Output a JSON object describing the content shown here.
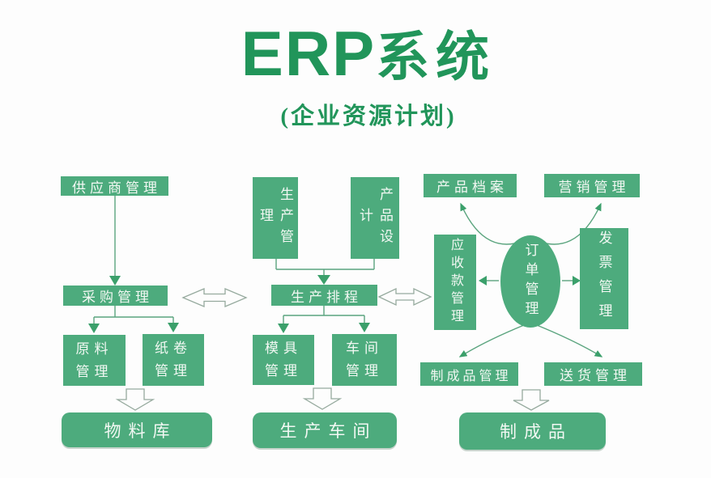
{
  "header": {
    "title_en": "ERP",
    "title_cn": "系统",
    "subtitle": "(企业资源计划)"
  },
  "colors": {
    "brand_green": "#21955a",
    "node_green": "#4dab7d",
    "arrow_green": "#3ba06b",
    "hollow_arrow_outline": "#96aa9e",
    "node_text": "#f2f8f3",
    "background": "#fdfdfd"
  },
  "nodes": {
    "supplier_mgmt": "供应商管理",
    "purchase_mgmt": "采购管理",
    "raw_material_mgmt": "原料管理",
    "paper_roll_mgmt": "纸卷管理",
    "material_warehouse": "物料库",
    "production_mgmt": "生产管理",
    "product_design": "产品设计",
    "production_scheduling": "生产排程",
    "mold_mgmt": "模具管理",
    "workshop_mgmt": "车间管理",
    "production_workshop": "生产车间",
    "product_archive": "产品档案",
    "marketing_mgmt": "营销管理",
    "receivables_mgmt": "应收款管理",
    "order_mgmt": "订单管理",
    "invoice_mgmt": "发票管理",
    "finished_product_mgmt": "制成品管理",
    "delivery_mgmt": "送货管理",
    "finished_product": "制成品"
  }
}
